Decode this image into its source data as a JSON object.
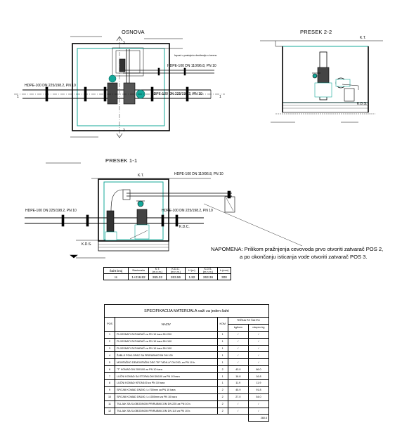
{
  "views": {
    "osnova_title": "OSNOVA",
    "presek22_title": "PRESEK 2-2",
    "presek11_title": "PRESEK 1-1"
  },
  "labels": {
    "pipe_in_225": "HDPE-100 DN 225/198.2, PN 10",
    "pipe_out_110": "HDPE-100 DN 110/96.8, PN 10",
    "drain_note": "Ispust u postojeću denitreciju u terenu",
    "kt": "K.T.",
    "kds": "K.D.S.",
    "kdc": "K.D.C.",
    "section_2": "2",
    "section_1": "1"
  },
  "note": {
    "line1": "NAPOMENA: Prilikom pražnjenja cevovoda prvo otvoriti zatvarač POS 2,",
    "line2": "a po okončanju isticanja vode otvoriti zatvarač POS 3."
  },
  "shaft_table": {
    "headers": [
      "Šaht broj",
      "Stacionaža",
      "K.T. (m.n.m.)",
      "K.D.C. (m.n.m.)",
      "H (m)",
      "K.D.Š. (m.n.m.)",
      "h (mm)"
    ],
    "row": [
      "Is",
      "1+216.82",
      "265.32",
      "263.96",
      "1.82",
      "263.36",
      "300"
    ]
  },
  "spec": {
    "title": "SPECIFIKACIJA MATERIJALA važi za jeden šaht",
    "col_pos": "POS",
    "col_name": "NAZIV",
    "col_qty": "KOM",
    "col_weight": "TEŽINA PO ŠAHTU",
    "col_kg_pc": "kg/kom",
    "col_kg_total": "ukupno kg",
    "rows": [
      {
        "pos": "1",
        "name": "PLJOSNATI ZATVARAČ za PN 10 bara DN 200",
        "qty": "1",
        "kg": "/",
        "total": "/"
      },
      {
        "pos": "2",
        "name": "PLJOSNATI ZATVARAČ za PN 10 bara DN 100",
        "qty": "1",
        "kg": "/",
        "total": "/"
      },
      {
        "pos": "3",
        "name": "PLJOSNATI ZATVARAČ za PN 10 bara DN 100",
        "qty": "1",
        "kg": "/",
        "total": "/"
      },
      {
        "pos": "4",
        "name": "ŽABLJI POKLOPAC SA PRIRUBNICOM DN 100",
        "qty": "1",
        "kg": "/",
        "total": "/"
      },
      {
        "pos": "5",
        "name": "MONTAŽNO DEMONTAŽNI DEO TIP \"MDK-A\" DN 200, za PN 10 b.",
        "qty": "1",
        "kg": "/",
        "total": "/"
      },
      {
        "pos": "6",
        "name": "\"T\" KOMAD DN 200/100 za PN 10 bara",
        "qty": "2",
        "kg": "43.0",
        "total": "86.0"
      },
      {
        "pos": "7",
        "name": "LUČNI KOMAD SA STOPALOM DN100 za PN 10 bara",
        "qty": "1",
        "kg": "16.8",
        "total": "16.8"
      },
      {
        "pos": "8",
        "name": "LUČNI KOMAD 90°DN100 za PN 10 bara",
        "qty": "1",
        "kg": "11.9",
        "total": "11.9"
      },
      {
        "pos": "9",
        "name": "SPOJNI KOMAD DN200, L=700mm za PN 10 bara",
        "qty": "2",
        "kg": "45.9",
        "total": "91.8"
      },
      {
        "pos": "10",
        "name": "SPOJNI KOMAD DN100, L=1000mm za PN 10 bara",
        "qty": "2",
        "kg": "27.0",
        "total": "54.0"
      },
      {
        "pos": "11",
        "name": "TULJAK SA SLOBODNOM PRIRUBNICOM DN 225 za PN 10 b.",
        "qty": "2",
        "kg": "/",
        "total": "/"
      },
      {
        "pos": "12",
        "name": "TULJAK SA SLOBODNOM PRIRUBNICOM DN 110 za PN 10 b.",
        "qty": "2",
        "kg": "/",
        "total": "/"
      }
    ],
    "grand_total": "260.5"
  }
}
